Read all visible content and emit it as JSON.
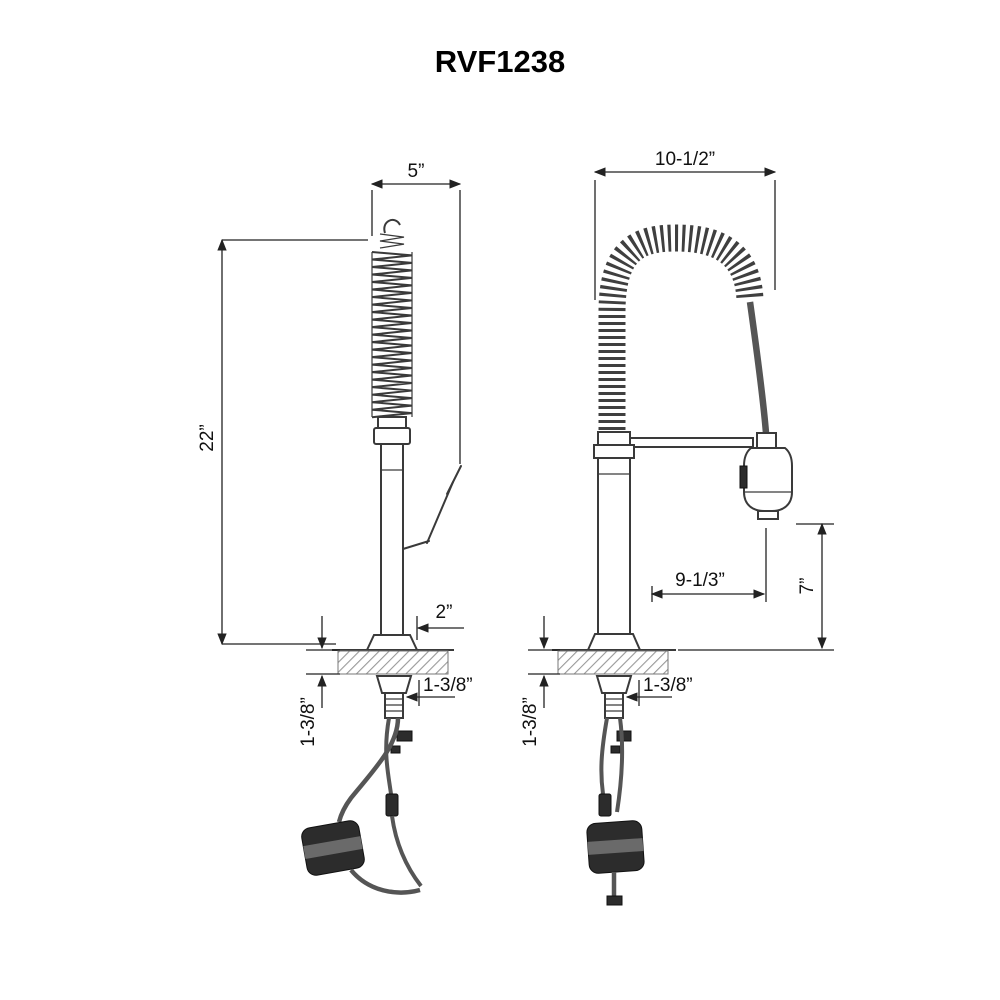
{
  "title": "RVF1238",
  "colors": {
    "line": "#3a3a3a",
    "dimension": "#222222",
    "weight": "#2c2c2c",
    "hatch": "#999999"
  },
  "left_view": {
    "dim_spout_width": "5”",
    "dim_overall_height": "22”",
    "dim_base_width": "2”",
    "dim_deck_thickness": "1-3/8”",
    "dim_shank_diameter": "1-3/8”"
  },
  "right_view": {
    "dim_overall_width": "10-1/2”",
    "dim_spout_reach": "9-1/3”",
    "dim_sprayer_to_deck": "7”",
    "dim_deck_thickness": "1-3/8”",
    "dim_shank_diameter": "1-3/8”"
  }
}
